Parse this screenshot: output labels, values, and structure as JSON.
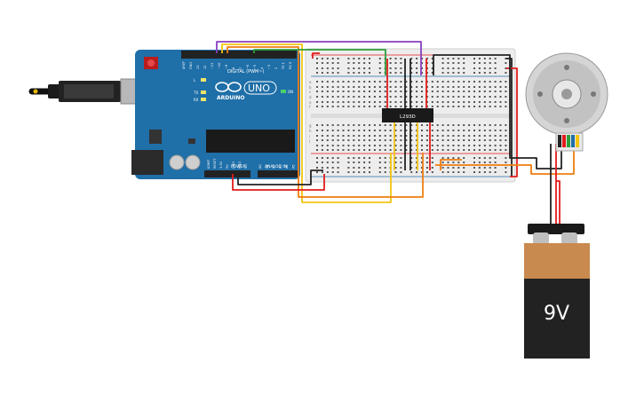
{
  "arduino": {
    "brand": "ARDUINO",
    "model": "UNO",
    "digital_header": "DIGITAL (PWM~)",
    "power_label": "POWER",
    "analog_label": "ANALOG IN",
    "on_label": "ON",
    "led_labels": [
      "L",
      "TX",
      "RX"
    ],
    "digital_pins": [
      "AREF",
      "GND",
      "13",
      "12",
      "~11",
      "~10",
      "~9",
      "8",
      "7",
      "~6",
      "~5",
      "4",
      "~3",
      "2",
      "TX 1",
      "RX 0"
    ],
    "power_pins": [
      "IOREF",
      "RESET",
      "3.3V",
      "5V",
      "GND",
      "GND",
      "Vin"
    ],
    "analog_pins": [
      "A0",
      "A1",
      "A2",
      "A3",
      "A4",
      "A5"
    ]
  },
  "chip": {
    "label": "L293D"
  },
  "breadboard": {
    "row_letters": [
      "a",
      "b",
      "c",
      "d",
      "e",
      "f",
      "g",
      "h",
      "i",
      "j"
    ]
  },
  "battery": {
    "label": "9V"
  },
  "colors": {
    "board": "#1f6fa8",
    "wire_red": "#e31b1b",
    "wire_black": "#222222",
    "wire_yellow": "#f2c511",
    "wire_orange": "#ef7d11",
    "wire_green": "#2e9e3a",
    "wire_purple": "#8a3fbf",
    "battery_top": "#c98a4f",
    "battery_body": "#222222"
  }
}
